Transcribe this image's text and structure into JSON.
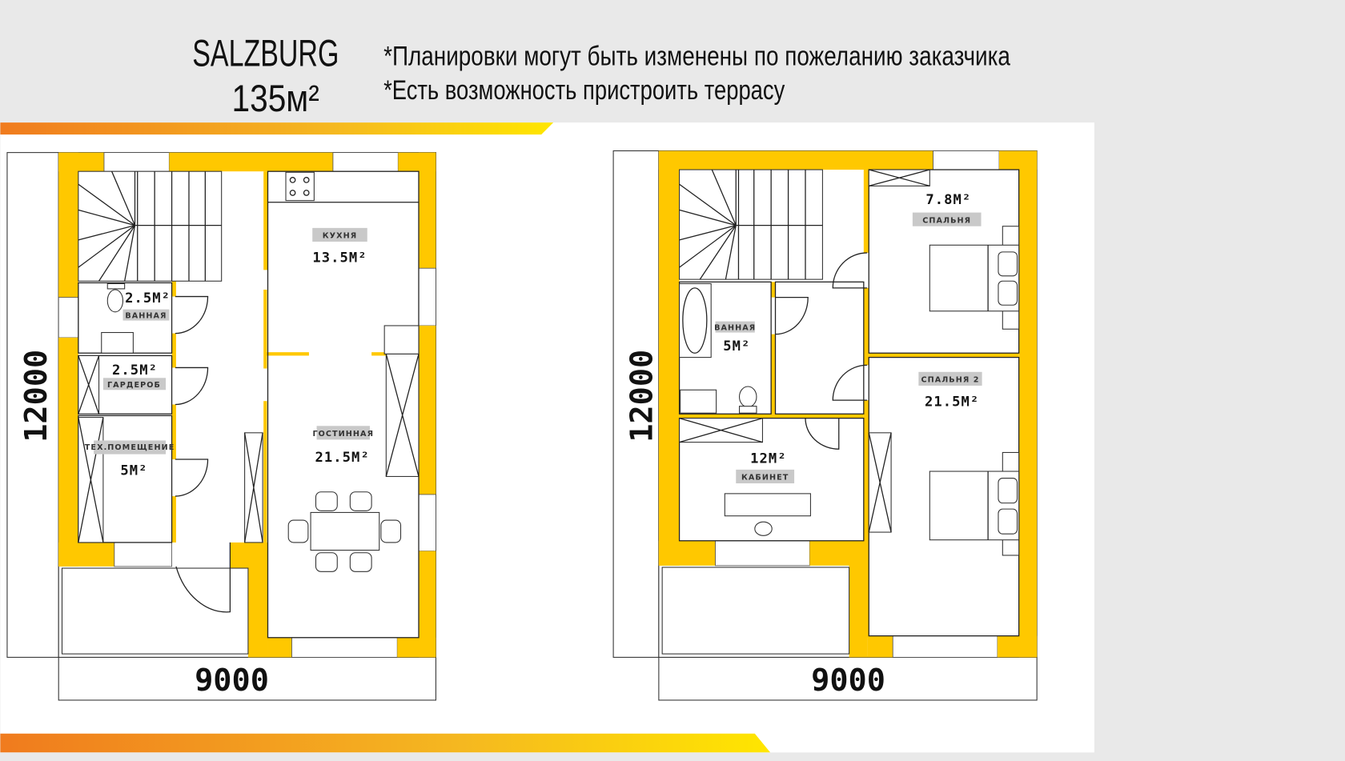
{
  "header": {
    "title": "SALZBURG",
    "area": "135м²",
    "notes": [
      "*Планировки могут быть изменены по пожеланию заказчика",
      "*Есть возможность пристроить террасу"
    ]
  },
  "colors": {
    "wall": "#ffc800",
    "gradient_start": "#f07b1e",
    "gradient_end": "#ffe600",
    "tag": "#c9c9c9"
  },
  "floor1": {
    "width_dim": "9000",
    "height_dim": "12000",
    "rooms": {
      "kitchen": {
        "name": "КУХНЯ",
        "area": "13.5М²"
      },
      "bathroom": {
        "name": "ВАННАЯ",
        "area": "2.5М²"
      },
      "wardrobe": {
        "name": "ГАРДЕРОБ",
        "area": "2.5М²"
      },
      "tech_room": {
        "name": "ТЕХ.ПОМЕЩЕНИЕ",
        "area": "5М²"
      },
      "living_room": {
        "name": "ГОСТИННАЯ",
        "area": "21.5М²"
      }
    }
  },
  "floor2": {
    "width_dim": "9000",
    "height_dim": "12000",
    "rooms": {
      "bedroom1": {
        "name": "СПАЛЬНЯ",
        "area": "7.8М²"
      },
      "bedroom2": {
        "name": "СПАЛЬНЯ 2",
        "area": "21.5М²"
      },
      "bathroom": {
        "name": "ВАННАЯ",
        "area": "5М²"
      },
      "office": {
        "name": "КАБИНЕТ",
        "area": "12М²"
      }
    }
  }
}
